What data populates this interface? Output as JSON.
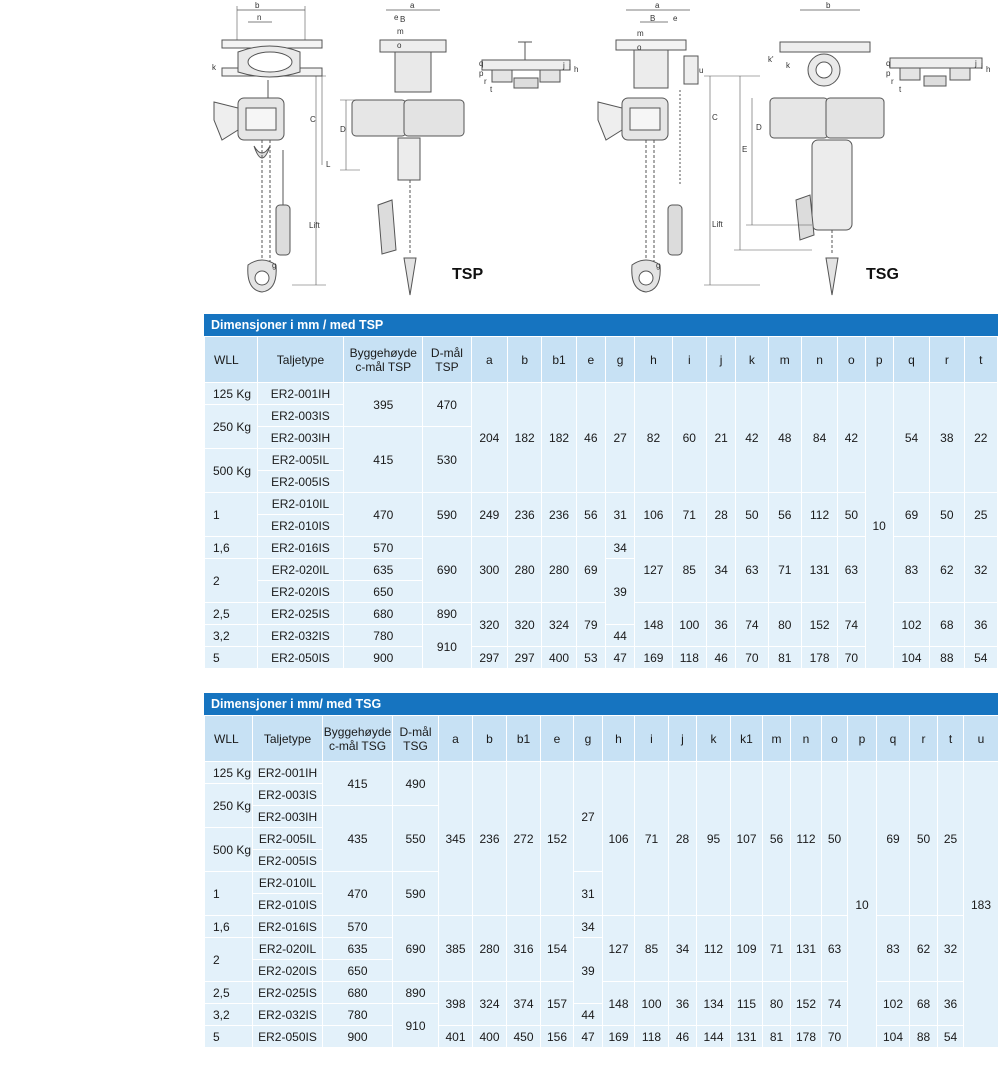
{
  "drawings": {
    "tsp_label": "TSP",
    "tsg_label": "TSG",
    "tsp_dims": [
      "b",
      "n",
      "k",
      "C",
      "L",
      "Lift",
      "g",
      "a",
      "e",
      "B",
      "m",
      "o",
      "D",
      "q",
      "p",
      "r",
      "t",
      "j",
      "i",
      "h"
    ],
    "tsg_dims": [
      "a",
      "B",
      "e",
      "b",
      "m",
      "o",
      "u",
      "C",
      "D",
      "E",
      "Lift",
      "g",
      "k",
      "k'",
      "q",
      "p",
      "r",
      "t",
      "j",
      "i",
      "h"
    ]
  },
  "tsp": {
    "title": "Dimensjoner i mm / med TSP",
    "headers": [
      "WLL",
      "Taljetype",
      "Byggehøyde c-mål TSP",
      "D-mål TSP",
      "a",
      "b",
      "b1",
      "e",
      "g",
      "h",
      "i",
      "j",
      "k",
      "m",
      "n",
      "o",
      "p",
      "q",
      "r",
      "t"
    ],
    "wll": [
      "125 Kg",
      "250 Kg",
      "500 Kg",
      "1",
      "1,6",
      "2",
      "2,5",
      "3,2",
      "5"
    ],
    "types": [
      "ER2-001IH",
      "ER2-003IS",
      "ER2-003IH",
      "ER2-005IL",
      "ER2-005IS",
      "ER2-010IL",
      "ER2-010IS",
      "ER2-016IS",
      "ER2-020IL",
      "ER2-020IS",
      "ER2-025IS",
      "ER2-032IS",
      "ER2-050IS"
    ],
    "c": [
      "395",
      "415",
      "470",
      "570",
      "635",
      "650",
      "680",
      "780",
      "900"
    ],
    "d": [
      "470",
      "530",
      "590",
      "690",
      "890",
      "910"
    ],
    "g": [
      "27",
      "31",
      "34",
      "39",
      "44",
      "47"
    ],
    "p": "10",
    "groups": [
      {
        "a": "204",
        "b": "182",
        "b1": "182",
        "e": "46",
        "h": "82",
        "i": "60",
        "j": "21",
        "k": "42",
        "m": "48",
        "n": "84",
        "o": "42",
        "q": "54",
        "r": "38",
        "t": "22"
      },
      {
        "a": "249",
        "b": "236",
        "b1": "236",
        "e": "56",
        "h": "106",
        "i": "71",
        "j": "28",
        "k": "50",
        "m": "56",
        "n": "112",
        "o": "50",
        "q": "69",
        "r": "50",
        "t": "25"
      },
      {
        "a": "300",
        "b": "280",
        "b1": "280",
        "e": "69",
        "h": "127",
        "i": "85",
        "j": "34",
        "k": "63",
        "m": "71",
        "n": "131",
        "o": "63",
        "q": "83",
        "r": "62",
        "t": "32"
      },
      {
        "a": "320",
        "b": "320",
        "b1": "324",
        "e": "79",
        "h": "148",
        "i": "100",
        "j": "36",
        "k": "74",
        "m": "80",
        "n": "152",
        "o": "74",
        "q": "102",
        "r": "68",
        "t": "36"
      },
      {
        "a": "297",
        "b": "297",
        "b1": "400",
        "e": "53",
        "h": "169",
        "i": "118",
        "j": "46",
        "k": "70",
        "m": "81",
        "n": "178",
        "o": "70",
        "q": "104",
        "r": "88",
        "t": "54"
      }
    ]
  },
  "tsg": {
    "title": "Dimensjoner i mm/ med TSG",
    "headers": [
      "WLL",
      "Taljetype",
      "Byggehøyde c-mål TSG",
      "D-mål TSG",
      "a",
      "b",
      "b1",
      "e",
      "g",
      "h",
      "i",
      "j",
      "k",
      "k1",
      "m",
      "n",
      "o",
      "p",
      "q",
      "r",
      "t",
      "u"
    ],
    "wll": [
      "125 Kg",
      "250 Kg",
      "500 Kg",
      "1",
      "1,6",
      "2",
      "2,5",
      "3,2",
      "5"
    ],
    "types": [
      "ER2-001IH",
      "ER2-003IS",
      "ER2-003IH",
      "ER2-005IL",
      "ER2-005IS",
      "ER2-010IL",
      "ER2-010IS",
      "ER2-016IS",
      "ER2-020IL",
      "ER2-020IS",
      "ER2-025IS",
      "ER2-032IS",
      "ER2-050IS"
    ],
    "c": [
      "415",
      "435",
      "470",
      "570",
      "635",
      "650",
      "680",
      "780",
      "900"
    ],
    "d": [
      "490",
      "550",
      "590",
      "690",
      "890",
      "910"
    ],
    "g": [
      "27",
      "31",
      "34",
      "39",
      "44",
      "47"
    ],
    "p": "10",
    "u": "183",
    "g1": {
      "a": "345",
      "b": "236",
      "b1": "272",
      "e": "152",
      "h": "106",
      "i": "71",
      "j": "28",
      "k": "95",
      "k1": "107",
      "m": "56",
      "n": "112",
      "o": "50",
      "q": "69",
      "r": "50",
      "t": "25"
    },
    "g2": {
      "a": "385",
      "b": "280",
      "b1": "316",
      "e": "154",
      "h": "127",
      "i": "85",
      "j": "34",
      "k": "112",
      "k1": "109",
      "m": "71",
      "n": "131",
      "o": "63",
      "q": "83",
      "r": "62",
      "t": "32"
    },
    "g3": {
      "a": "398",
      "b": "324",
      "b1": "374",
      "e": "157",
      "h": "148",
      "i": "100",
      "j": "36",
      "k": "134",
      "k1": "115",
      "m": "80",
      "n": "152",
      "o": "74",
      "q": "102",
      "r": "68",
      "t": "36"
    },
    "g4": {
      "a": "401",
      "b": "400",
      "b1": "450",
      "e": "156",
      "h": "169",
      "i": "118",
      "j": "46",
      "k": "144",
      "k1": "131",
      "m": "81",
      "n": "178",
      "o": "70",
      "q": "104",
      "r": "88",
      "t": "54"
    }
  }
}
